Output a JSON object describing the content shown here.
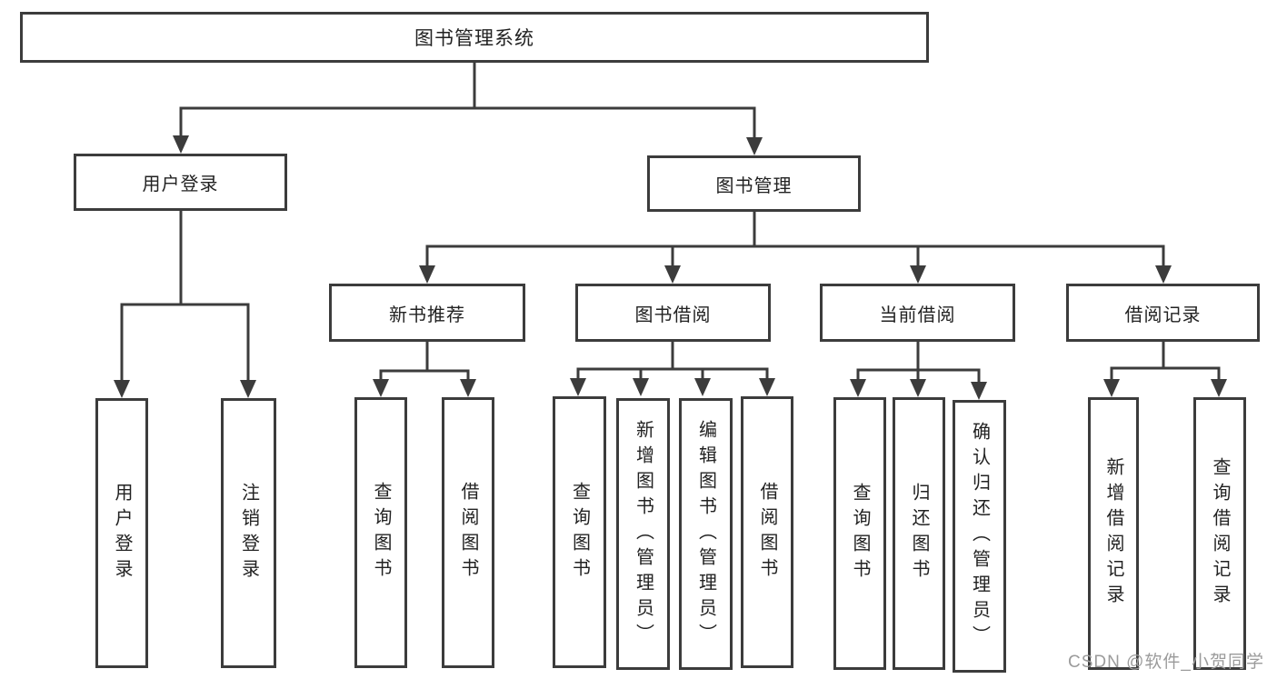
{
  "diagram": {
    "title": "图书管理系统",
    "colors": {
      "line": "#3c3c3c",
      "box_border": "#3c3c3c",
      "text": "#222222",
      "watermark": "#9b9b9b"
    },
    "nodes": {
      "root": "图书管理系统",
      "user_login": "用户登录",
      "book_management": "图书管理",
      "leaf_user_login": "用户登录",
      "leaf_logout": "注销登录",
      "new_book_recommend": "新书推荐",
      "book_borrow": "图书借阅",
      "current_borrow": "当前借阅",
      "borrow_records": "借阅记录",
      "rec_query_books": "查询图书",
      "rec_borrow_books": "借阅图书",
      "bb_query_books": "查询图书",
      "bb_add_books": "新增图书（管理员）",
      "bb_edit_books": "编辑图书（管理员）",
      "bb_borrow_books": "借阅图书",
      "cb_query_books": "查询图书",
      "cb_return_books": "归还图书",
      "cb_confirm_return": "确认归还（管理员）",
      "br_add_record": "新增借阅记录",
      "br_query_record": "查询借阅记录"
    },
    "watermark": "CSDN @软件_小贺同学"
  }
}
